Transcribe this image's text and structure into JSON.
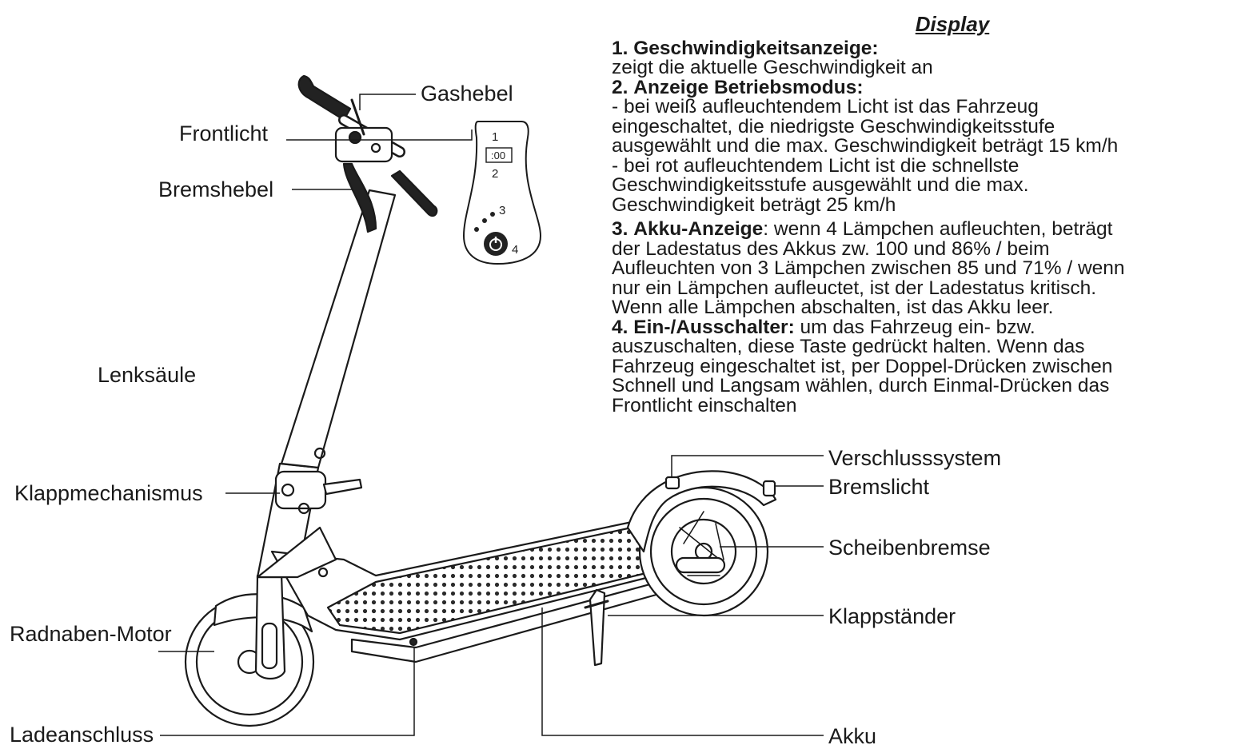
{
  "display": {
    "title": "Display",
    "items": [
      {
        "number": "1.",
        "heading": "Geschwindigkeitsanzeige:",
        "lines": [
          "zeigt die aktuelle Geschwindigkeit an"
        ]
      },
      {
        "number": "2.",
        "heading": "Anzeige Betriebsmodus:",
        "lines": [
          "- bei weiß aufleuchtendem Licht ist das Fahrzeug",
          "eingeschaltet, die niedrigste Geschwindigkeitsstufe",
          "ausgewählt und die max. Geschwindigkeit beträgt 15 km/h",
          "- bei rot aufleuchtendem Licht ist die schnellste",
          "Geschwindigkeitsstufe ausgewählt und die max.",
          "Geschwindigkeit beträgt 25 km/h"
        ]
      },
      {
        "number": "3.",
        "heading": "Akku-Anzeige",
        "inline": ": wenn 4 Lämpchen aufleuchten, beträgt",
        "lines": [
          "der Ladestatus des Akkus zw. 100 und 86% / beim",
          "Aufleuchten von 3 Lämpchen zwischen 85 und 71% / wenn",
          "nur ein Lämpchen aufleuctet, ist der Ladestatus kritisch.",
          "Wenn alle Lämpchen abschalten, ist das Akku leer."
        ]
      },
      {
        "number": "4.",
        "heading": "Ein-/Ausschalter:",
        "inline": " um das Fahrzeug ein- bzw.",
        "lines": [
          "auszuschalten, diese Taste gedrückt halten. Wenn das",
          "Fahrzeug eingeschaltet ist, per Doppel-Drücken zwischen",
          "Schnell und Langsam wählen, durch Einmal-Drücken das",
          "Frontlicht einschalten"
        ]
      }
    ]
  },
  "display_unit": {
    "marker_1": "1",
    "readout": ":00",
    "marker_2": "2",
    "marker_3": "3",
    "marker_4": "4"
  },
  "callouts": {
    "gashebel": "Gashebel",
    "frontlicht": "Frontlicht",
    "bremshebel": "Bremshebel",
    "lenksaeule": "Lenksäule",
    "klappmechanismus": "Klappmechanismus",
    "radnaben_motor": "Radnaben-Motor",
    "ladeanschluss": "Ladeanschluss",
    "verschlusssystem": "Verschlusssystem",
    "bremslicht": "Bremslicht",
    "scheibenbremse": "Scheibenbremse",
    "klappstaender": "Klappständer",
    "akku": "Akku"
  },
  "colors": {
    "line": "#1a1a1a",
    "deck_dots": "#2a2a2a",
    "background": "#ffffff"
  }
}
